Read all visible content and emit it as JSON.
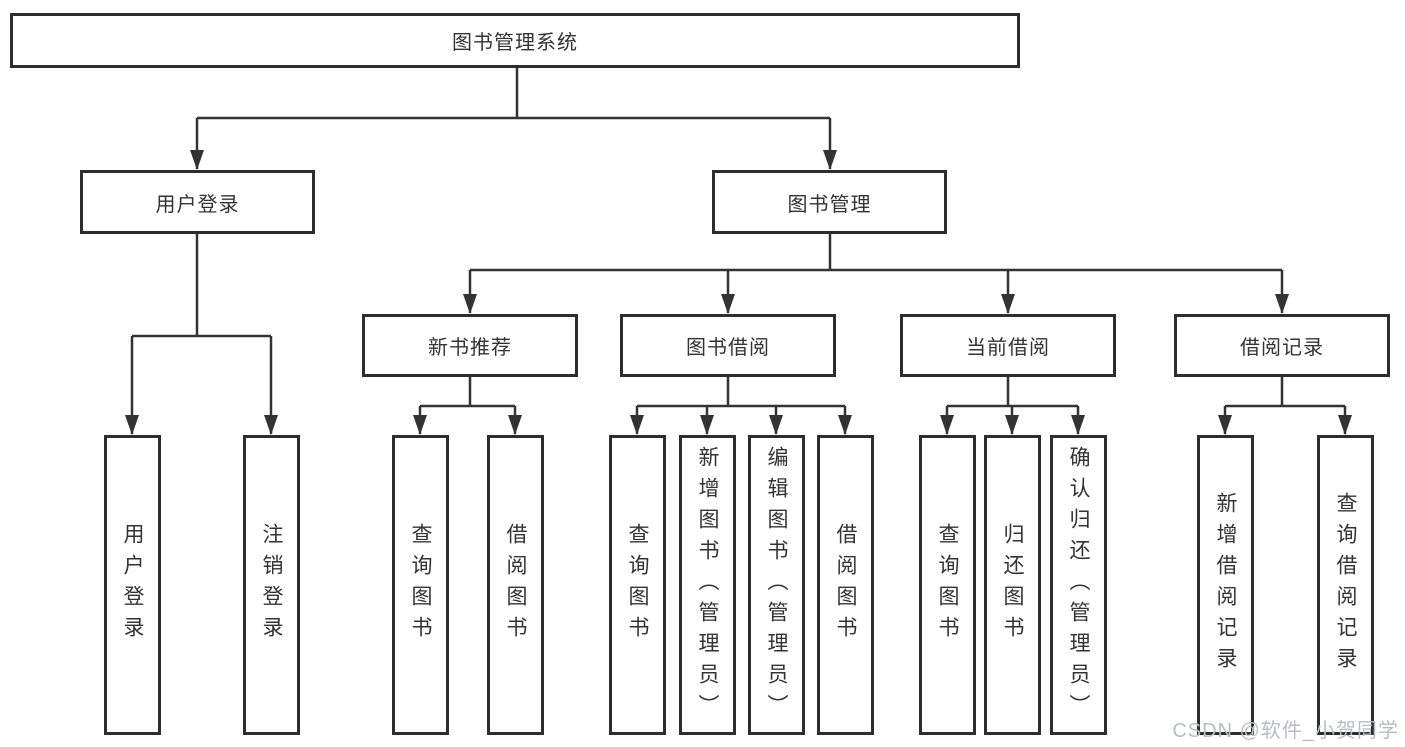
{
  "diagram": {
    "title": "图书管理系统",
    "root": {
      "id": "library-management-system",
      "label": "图书管理系统"
    },
    "level2": [
      {
        "id": "user-login-module",
        "label": "用户登录"
      },
      {
        "id": "book-management-module",
        "label": "图书管理"
      }
    ],
    "level3": [
      {
        "id": "new-book-recommend",
        "label": "新书推荐"
      },
      {
        "id": "book-borrowing",
        "label": "图书借阅"
      },
      {
        "id": "current-borrowing",
        "label": "当前借阅"
      },
      {
        "id": "borrowing-records",
        "label": "借阅记录"
      }
    ],
    "leaves": [
      {
        "id": "user-login",
        "label": "用户登录"
      },
      {
        "id": "logout",
        "label": "注销登录"
      },
      {
        "id": "query-books-recommend",
        "label": "查询图书"
      },
      {
        "id": "borrow-books-recommend",
        "label": "借阅图书"
      },
      {
        "id": "query-books-borrow",
        "label": "查询图书"
      },
      {
        "id": "add-books-admin",
        "label": "新增图书（管理员）"
      },
      {
        "id": "edit-books-admin",
        "label": "编辑图书（管理员）"
      },
      {
        "id": "borrow-books-borrow",
        "label": "借阅图书"
      },
      {
        "id": "query-books-current",
        "label": "查询图书"
      },
      {
        "id": "return-books",
        "label": "归还图书"
      },
      {
        "id": "confirm-return-admin",
        "label": "确认归还（管理员）"
      },
      {
        "id": "add-borrow-record",
        "label": "新增借阅记录"
      },
      {
        "id": "query-borrow-record",
        "label": "查询借阅记录"
      }
    ],
    "colors": {
      "line": "#333333",
      "box_border": "#2d2d2d",
      "text": "#333333",
      "background": "#ffffff",
      "watermark": "#b7bdc3"
    }
  },
  "watermark": {
    "text": "CSDN @软件_小贺同学"
  }
}
